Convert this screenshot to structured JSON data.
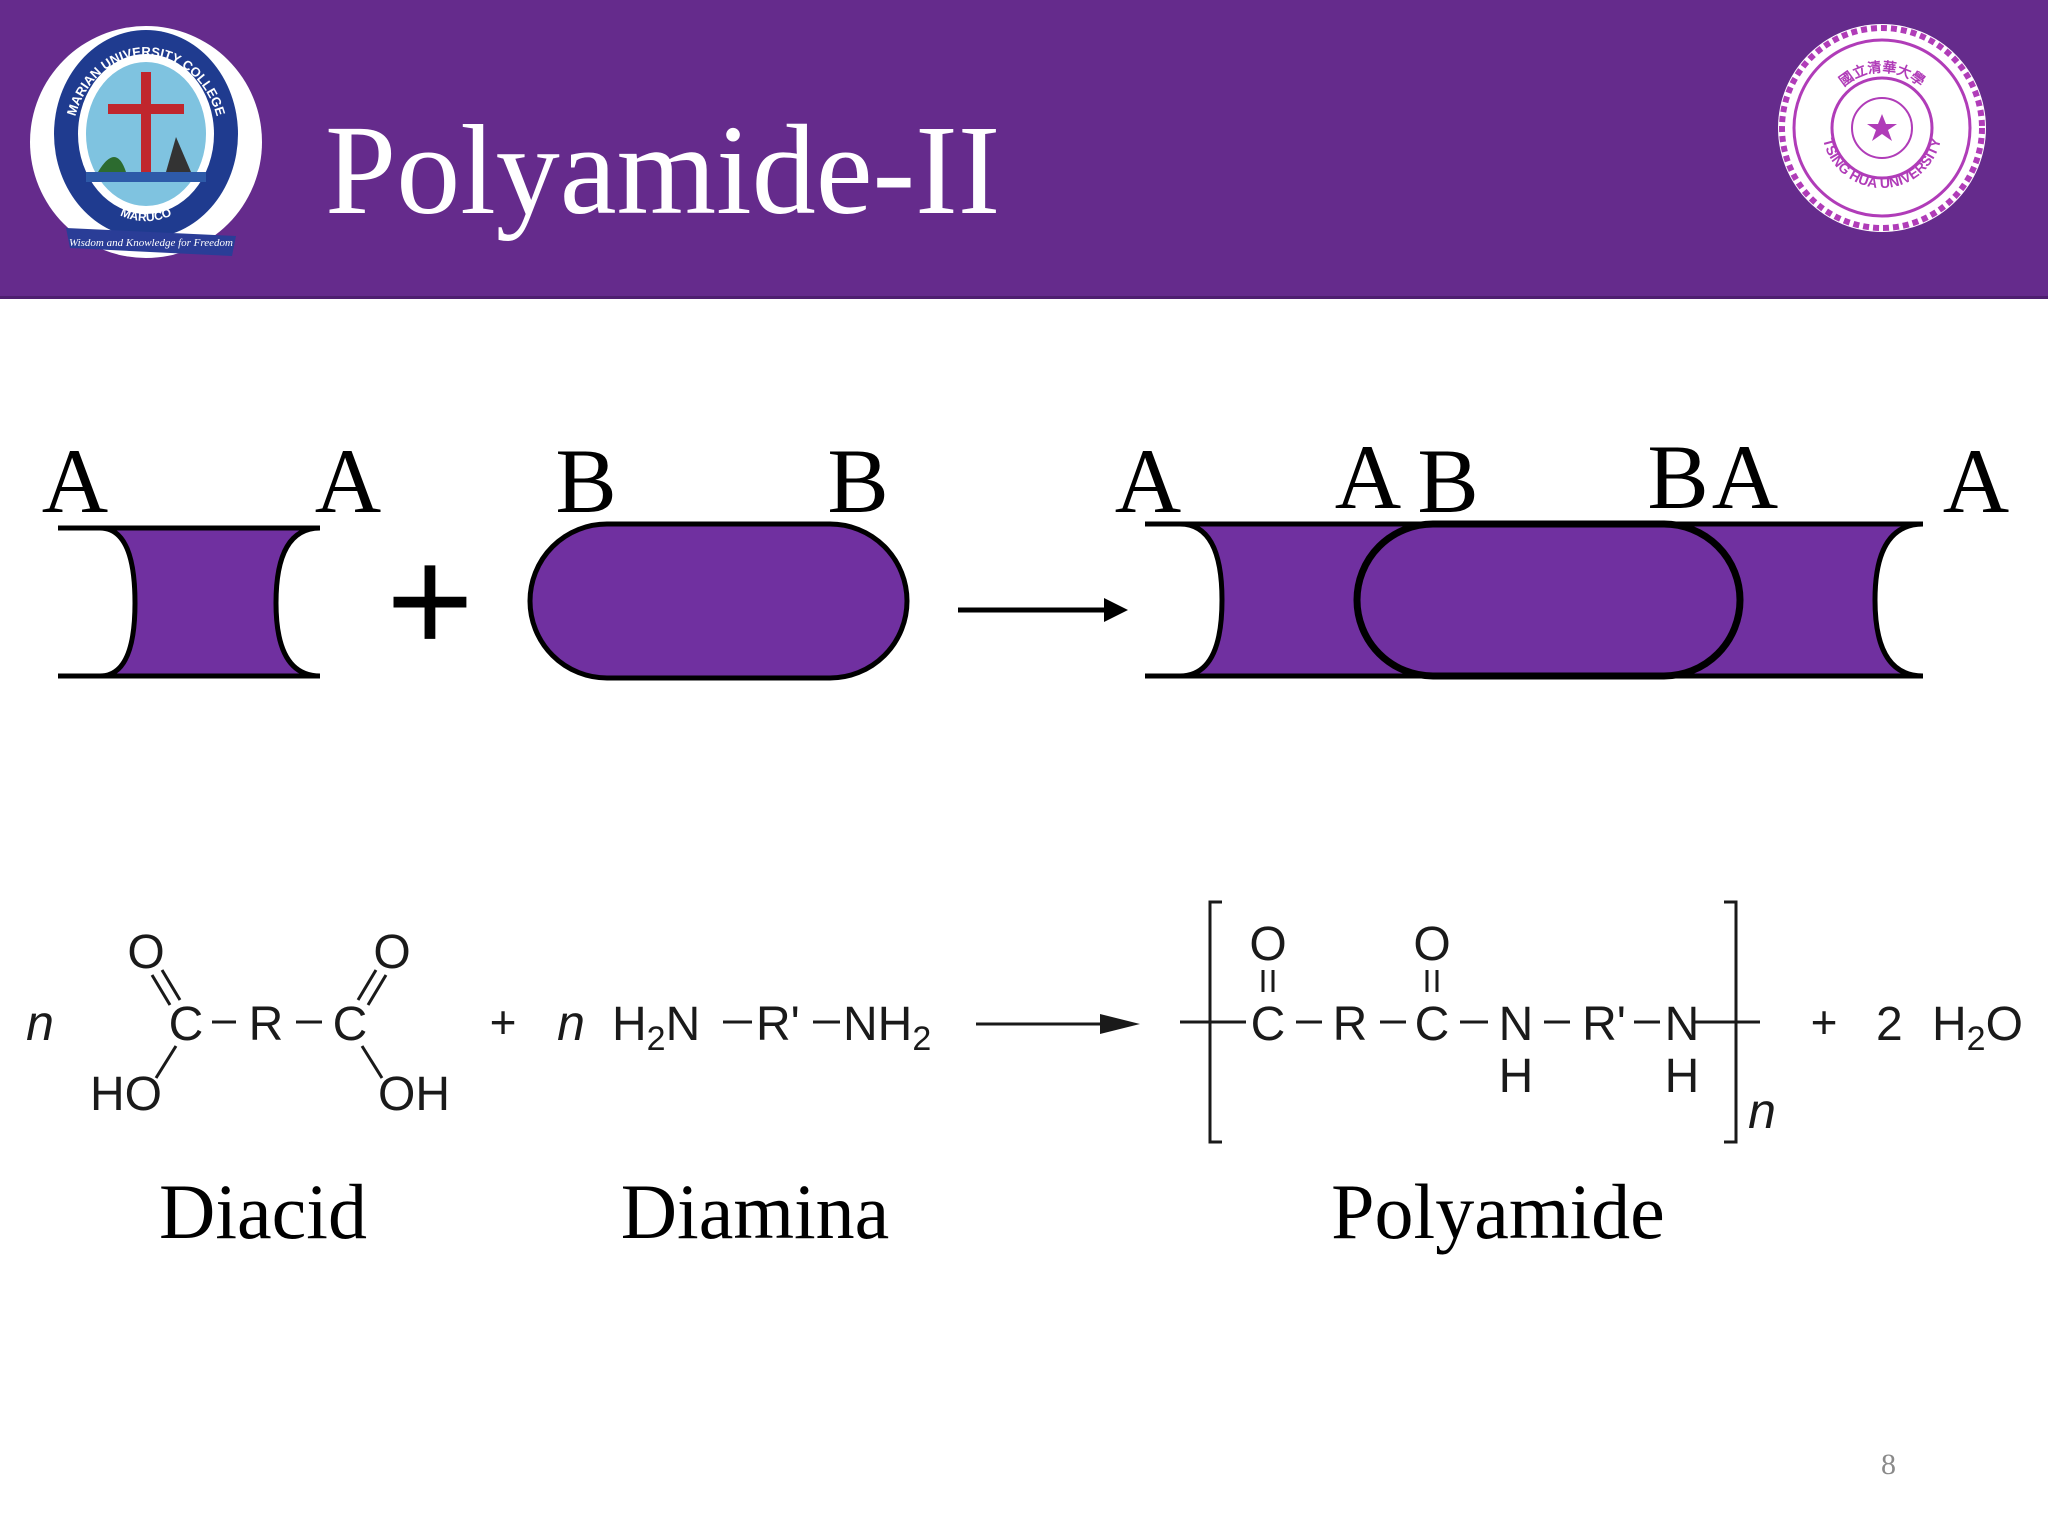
{
  "slide": {
    "title": "Polyamide-II",
    "page_number": "8"
  },
  "logos": {
    "left": {
      "ring_text": "MARIAN UNIVERSITY COLLEGE",
      "inner_text": "MARUCO",
      "motto": "Wisdom and Knowledge for Freedom"
    },
    "right": {
      "ring_text": "TSING HUA UNIVERSITY",
      "chinese_text": "國立清華大學"
    }
  },
  "schematic": {
    "monomer_a": {
      "left_end": "A",
      "right_end": "A"
    },
    "plus": "+",
    "monomer_b": {
      "left_end": "B",
      "right_end": "B"
    },
    "product_labels": [
      "A",
      "A",
      "B",
      "B",
      "A",
      "A"
    ]
  },
  "reaction": {
    "diacid_n": "n",
    "diacid": {
      "carbonyl_o": "O",
      "carbon": "C",
      "r": "R",
      "hydroxyl": "HO",
      "hydroxyl_right": "OH"
    },
    "plus1": "+",
    "diamine_n": "n",
    "diamine": {
      "h2n": "H",
      "sub2": "2",
      "n_left": "N",
      "r_prime": "R'",
      "nh2_right": "NH",
      "sub2_right": "2"
    },
    "polymer": {
      "o": "O",
      "c": "C",
      "r": "R",
      "n_atom": "N",
      "h": "H",
      "r_prime": "R'",
      "repeat_n": "n"
    },
    "plus2": "+",
    "water": {
      "coef": "2",
      "h": "H",
      "sub": "2",
      "o": "O"
    }
  },
  "captions": {
    "diacid": "Diacid",
    "diamina": "Diamina",
    "polyamide": "Polyamide"
  },
  "colors": {
    "banner": "#652b8c",
    "monomer_fill": "#7030a0",
    "logo_ring": "#b03cb8"
  }
}
